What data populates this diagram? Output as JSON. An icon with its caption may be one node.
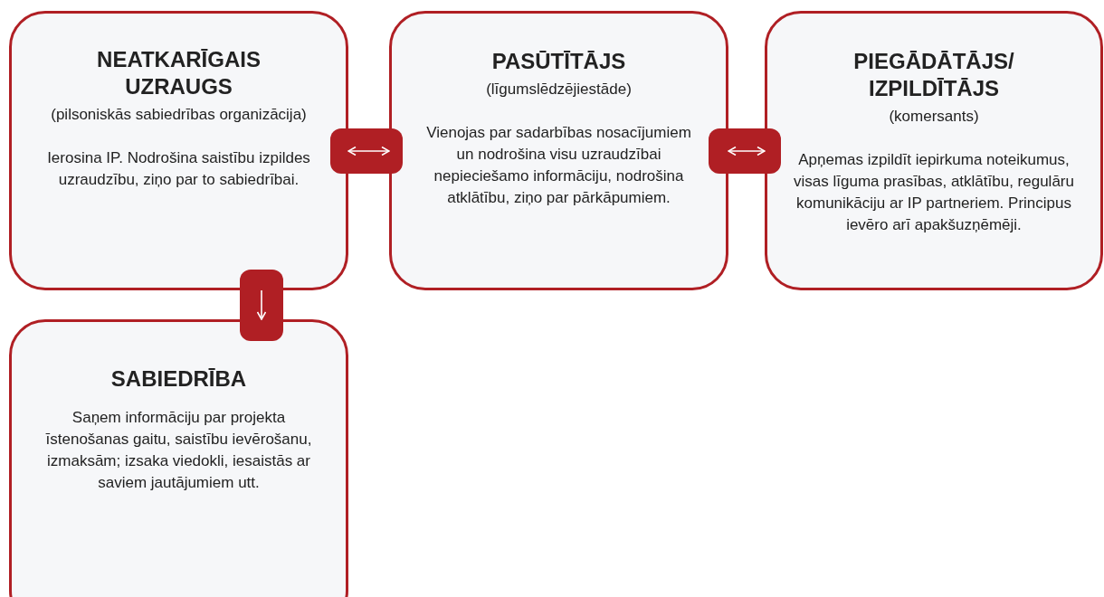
{
  "diagram": {
    "nodes": [
      {
        "text": [
          "NEATKARĪGAIS UZRAUGS",
          "(pilsoniskās sabiedrības organizācija)",
          "Ierosina IP. Nodrošina saistību izpildes uzraudzību, ziņo par to sabiedrībai."
        ]
      },
      {
        "text": [
          "PASŪTĪTĀJS",
          "(līgumslēdzējiestāde)",
          "Vienojas par sadarbības nosacījumiem un nodrošina visu uzraudzībai nepieciešamo informāciju, nodrošina atklātību, ziņo par pārkāpumiem."
        ]
      },
      {
        "text": [
          "PIEGĀDĀTĀJS/ IZPILDĪTĀJS",
          "(komersants)",
          "Apņemas izpildīt iepirkuma noteikumus, visas līguma prasības, atklātību, regulāru komunikāciju ar IP partneriem. Principus ievēro arī apakšuzņēmēji."
        ]
      },
      {
        "text": [
          "SABIEDRĪBA",
          "Saņem informāciju par projekta īstenošanas gaitu, saistību ievērošanu, izmaksām; izsaka viedokli, iesaistās ar saviem jautājumiem utt."
        ]
      }
    ],
    "edges": [
      {
        "from": 0,
        "to": 1,
        "arrow": "both"
      },
      {
        "from": 1,
        "to": 2,
        "arrow": "both"
      },
      {
        "from": 0,
        "to": 3,
        "arrow": "to"
      }
    ]
  }
}
